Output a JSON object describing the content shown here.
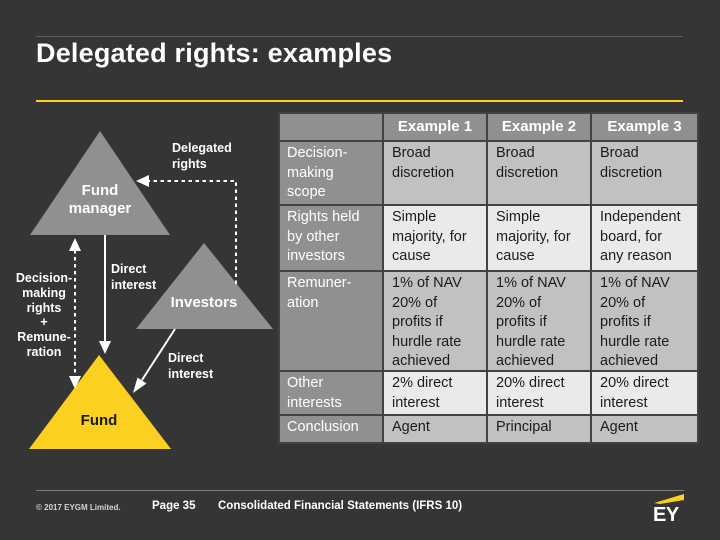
{
  "slide": {
    "title": "Delegated rights: examples"
  },
  "colors": {
    "background": "#353535",
    "accent_yellow": "#fcd021",
    "triangle_gray": "#909090",
    "header_gray": "#909090",
    "band_dark": "#c1c1c1",
    "band_light": "#eaeaea",
    "arrow_white": "#ffffff"
  },
  "diagram": {
    "nodes": [
      {
        "id": "fund-manager",
        "label": "Fund\nmanager"
      },
      {
        "id": "investors",
        "label": "Investors"
      },
      {
        "id": "fund",
        "label": "Fund"
      }
    ],
    "labels": {
      "delegated_rights": "Delegated\nrights",
      "direct_interest_manager": "Direct\ninterest",
      "decision_making": "Decision-\nmaking\nrights\n+\nRemune-\nration",
      "direct_interest_investors": "Direct\ninterest"
    }
  },
  "table": {
    "column_headers": [
      "Example 1",
      "Example 2",
      "Example 3"
    ],
    "rows": [
      {
        "label": "Decision-\nmaking\nscope",
        "cells": [
          "Broad\ndiscretion",
          "Broad\ndiscretion",
          "Broad\ndiscretion"
        ]
      },
      {
        "label": "Rights held\nby other\ninvestors",
        "cells": [
          "Simple\nmajority, for\ncause",
          "Simple\nmajority, for\ncause",
          "Independent\nboard, for\nany reason"
        ]
      },
      {
        "label": "Remuner-\nation",
        "cells": [
          "1% of NAV\n20% of\nprofits if\nhurdle rate\nachieved",
          "1% of NAV\n20% of\nprofits if\nhurdle rate\nachieved",
          "1% of NAV\n20% of\nprofits if\nhurdle rate\nachieved"
        ]
      },
      {
        "label": "Other\ninterests",
        "cells": [
          "2% direct\ninterest",
          "20% direct\ninterest",
          "20% direct\ninterest"
        ]
      },
      {
        "label": "Conclusion",
        "cells": [
          "Agent",
          "Principal",
          "Agent"
        ]
      }
    ]
  },
  "footer": {
    "copyright": "© 2017 EYGM Limited.",
    "page_label": "Page 35",
    "doc_title": "Consolidated Financial Statements (IFRS 10)",
    "logo_text": "EY"
  }
}
